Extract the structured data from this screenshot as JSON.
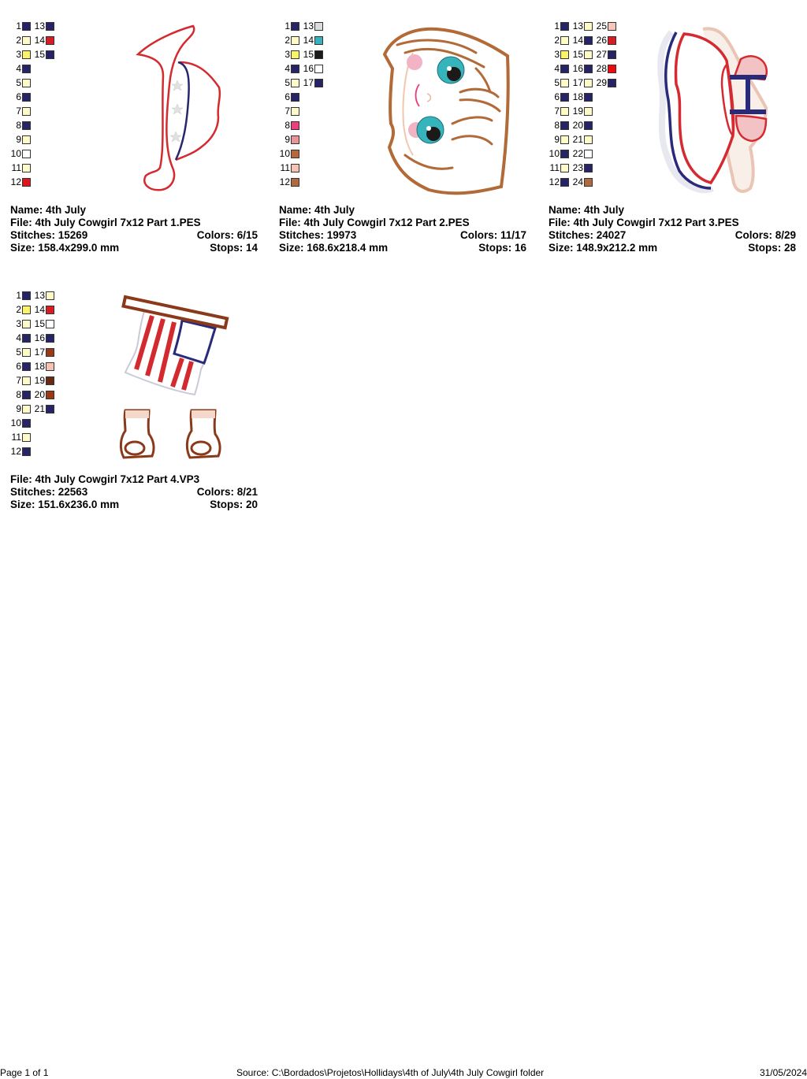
{
  "designs": [
    {
      "name_label": "Name: 4th July",
      "file_label": "File: 4th July Cowgirl 7x12 Part 1.PES",
      "stitches_label": "Stitches: 15269",
      "colors_label": "Colors: 6/15",
      "size_label": "Size: 158.4x299.0 mm",
      "stops_label": "Stops: 14",
      "image": "cowgirl-hat",
      "palette": [
        {
          "n": "1",
          "c": "#262466"
        },
        {
          "n": "2",
          "c": "#fffbc8"
        },
        {
          "n": "3",
          "c": "#fbf46a"
        },
        {
          "n": "4",
          "c": "#262466"
        },
        {
          "n": "5",
          "c": "#fffbc8"
        },
        {
          "n": "6",
          "c": "#262466"
        },
        {
          "n": "7",
          "c": "#fffbc8"
        },
        {
          "n": "8",
          "c": "#262466"
        },
        {
          "n": "9",
          "c": "#fffbc8"
        },
        {
          "n": "10",
          "c": "#ffffff"
        },
        {
          "n": "11",
          "c": "#fffbc8"
        },
        {
          "n": "12",
          "c": "#e0141c"
        },
        {
          "n": "13",
          "c": "#262466"
        },
        {
          "n": "14",
          "c": "#d91c24"
        },
        {
          "n": "15",
          "c": "#262466"
        }
      ]
    },
    {
      "name_label": "Name: 4th July",
      "file_label": "File: 4th July Cowgirl 7x12 Part 2.PES",
      "stitches_label": "Stitches: 19973",
      "colors_label": "Colors: 11/17",
      "size_label": "Size: 168.6x218.4 mm",
      "stops_label": "Stops: 16",
      "image": "cowgirl-face",
      "palette": [
        {
          "n": "1",
          "c": "#262466"
        },
        {
          "n": "2",
          "c": "#fffbc8"
        },
        {
          "n": "3",
          "c": "#fbf46a"
        },
        {
          "n": "4",
          "c": "#262466"
        },
        {
          "n": "5",
          "c": "#fffbc8"
        },
        {
          "n": "6",
          "c": "#262466"
        },
        {
          "n": "7",
          "c": "#fffbc8"
        },
        {
          "n": "8",
          "c": "#ee3f7c"
        },
        {
          "n": "9",
          "c": "#ea9498"
        },
        {
          "n": "10",
          "c": "#b4683c"
        },
        {
          "n": "11",
          "c": "#f6c2b4"
        },
        {
          "n": "12",
          "c": "#b06a40"
        },
        {
          "n": "13",
          "c": "#dcdcdc"
        },
        {
          "n": "14",
          "c": "#35b2bc"
        },
        {
          "n": "15",
          "c": "#1c1a18"
        },
        {
          "n": "16",
          "c": "#ffffff"
        },
        {
          "n": "17",
          "c": "#262466"
        }
      ]
    },
    {
      "name_label": "Name: 4th July",
      "file_label": "File: 4th July Cowgirl 7x12 Part 3.PES",
      "stitches_label": "Stitches: 24027",
      "colors_label": "Colors: 8/29",
      "size_label": "Size: 148.9x212.2 mm",
      "stops_label": "Stops: 28",
      "image": "cowgirl-dress",
      "palette": [
        {
          "n": "1",
          "c": "#262466"
        },
        {
          "n": "2",
          "c": "#fffbc8"
        },
        {
          "n": "3",
          "c": "#fbf46a"
        },
        {
          "n": "4",
          "c": "#262466"
        },
        {
          "n": "5",
          "c": "#fffbc8"
        },
        {
          "n": "6",
          "c": "#262466"
        },
        {
          "n": "7",
          "c": "#fffbc8"
        },
        {
          "n": "8",
          "c": "#262466"
        },
        {
          "n": "9",
          "c": "#fffbc8"
        },
        {
          "n": "10",
          "c": "#262466"
        },
        {
          "n": "11",
          "c": "#fffbc8"
        },
        {
          "n": "12",
          "c": "#262466"
        },
        {
          "n": "13",
          "c": "#fffbc8"
        },
        {
          "n": "14",
          "c": "#262466"
        },
        {
          "n": "15",
          "c": "#fffbc8"
        },
        {
          "n": "16",
          "c": "#262466"
        },
        {
          "n": "17",
          "c": "#fffbc8"
        },
        {
          "n": "18",
          "c": "#262466"
        },
        {
          "n": "19",
          "c": "#fffbc8"
        },
        {
          "n": "20",
          "c": "#262466"
        },
        {
          "n": "21",
          "c": "#fffbc8"
        },
        {
          "n": "22",
          "c": "#ffffff"
        },
        {
          "n": "23",
          "c": "#262466"
        },
        {
          "n": "24",
          "c": "#b06a40"
        },
        {
          "n": "25",
          "c": "#f6c8bc"
        },
        {
          "n": "26",
          "c": "#d91c24"
        },
        {
          "n": "27",
          "c": "#262466"
        },
        {
          "n": "28",
          "c": "#ec0c0c"
        },
        {
          "n": "29",
          "c": "#262466"
        }
      ]
    },
    {
      "name_label": "",
      "file_label": "File: 4th July Cowgirl 7x12 Part 4.VP3",
      "stitches_label": "Stitches: 22563",
      "colors_label": "Colors: 8/21",
      "size_label": "Size: 151.6x236.0 mm",
      "stops_label": "Stops: 20",
      "image": "flag-and-boots",
      "palette": [
        {
          "n": "1",
          "c": "#262466"
        },
        {
          "n": "2",
          "c": "#fbf46a"
        },
        {
          "n": "3",
          "c": "#fffbc8"
        },
        {
          "n": "4",
          "c": "#262466"
        },
        {
          "n": "5",
          "c": "#fffbc8"
        },
        {
          "n": "6",
          "c": "#262466"
        },
        {
          "n": "7",
          "c": "#fffbc8"
        },
        {
          "n": "8",
          "c": "#262466"
        },
        {
          "n": "9",
          "c": "#fffbc8"
        },
        {
          "n": "10",
          "c": "#262466"
        },
        {
          "n": "11",
          "c": "#fffbc8"
        },
        {
          "n": "12",
          "c": "#262466"
        },
        {
          "n": "13",
          "c": "#fffbc8"
        },
        {
          "n": "14",
          "c": "#d91c24"
        },
        {
          "n": "15",
          "c": "#ffffff"
        },
        {
          "n": "16",
          "c": "#262466"
        },
        {
          "n": "17",
          "c": "#9a3a14"
        },
        {
          "n": "18",
          "c": "#f6c2b4"
        },
        {
          "n": "19",
          "c": "#6a2a10"
        },
        {
          "n": "20",
          "c": "#9a3a14"
        },
        {
          "n": "21",
          "c": "#262466"
        }
      ]
    }
  ],
  "footer": {
    "page_label": "Page 1 of 1",
    "source_label": "Source: C:\\Bordados\\Projetos\\Hollidays\\4th of July\\4th July Cowgirl folder",
    "date_label": "31/05/2024"
  }
}
